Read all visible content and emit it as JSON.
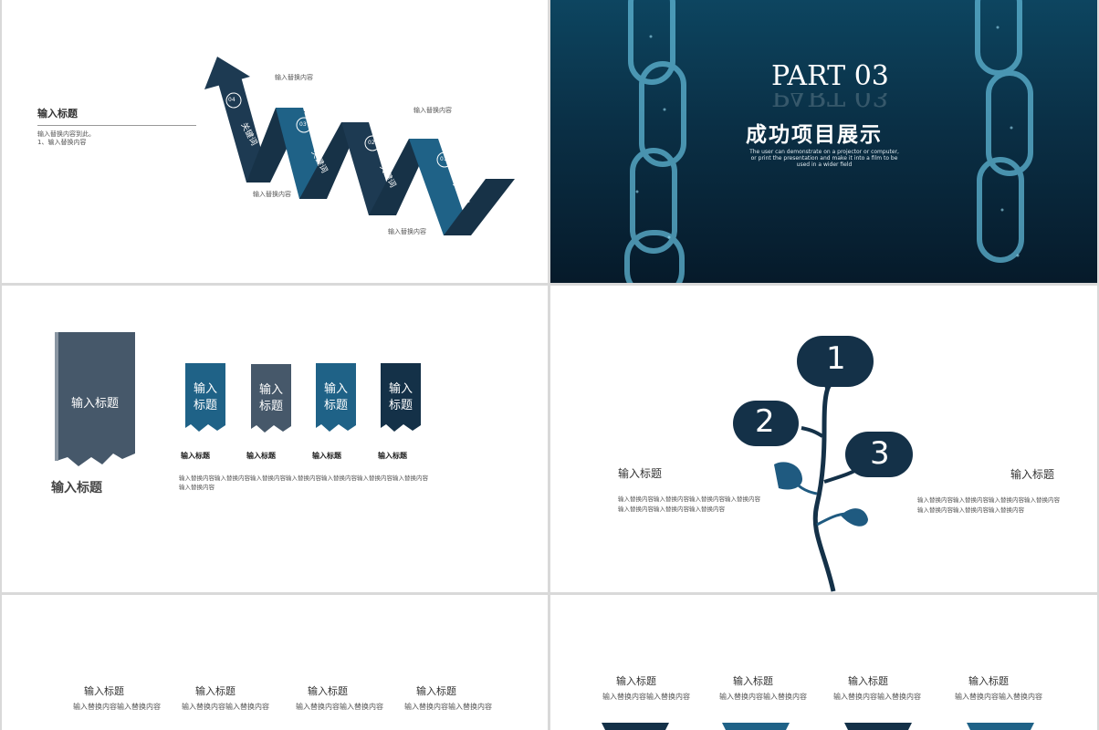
{
  "slide1": {
    "title": "输入标题",
    "desc_line1": "输入替换内容到此。",
    "desc_line2": "1、输入替换内容",
    "arrow_numbers": [
      "04",
      "03",
      "02",
      "01"
    ],
    "keyword": "关键词",
    "labels": [
      "输入替换内容",
      "输入替换内容",
      "输入替换内容",
      "输入替换内容"
    ]
  },
  "slide2": {
    "part": "PART 03",
    "part_reflect": "PART 03",
    "title": "成功项目展示",
    "sub1": "The user can demonstrate on a projector or computer,",
    "sub2": "or print the presentation and make it into a film to be",
    "sub3": "used in a wider field"
  },
  "slide3": {
    "big_tag": "输入标题",
    "big_title": "输入标题",
    "tags": [
      "输入\n标题",
      "输入\n标题",
      "输入\n标题",
      "输入\n标题"
    ],
    "tag_labels": [
      "输入标题",
      "输入标题",
      "输入标题",
      "输入标题"
    ],
    "para": "输入替换内容输入替换内容输入替换内容输入替换内容输入替换内容输入替换内容输入替换内容输入替换内容"
  },
  "slide4": {
    "numbers": [
      "1",
      "2",
      "3"
    ],
    "left_title": "输入标题",
    "left_para": "输入替换内容输入替换内容输入替换内容输入替换内容输入替换内容输入替换内容输入替换内容",
    "right_title": "输入标题",
    "right_para": "输入替换内容输入替换内容输入替换内容输入替换内容输入替换内容输入替换内容输入替换内容"
  },
  "slide5": {
    "items": [
      {
        "title": "输入标题",
        "text": "输入替换内容输入替换内容"
      },
      {
        "title": "输入标题",
        "text": "输入替换内容输入替换内容"
      },
      {
        "title": "输入标题",
        "text": "输入替换内容输入替换内容"
      },
      {
        "title": "输入标题",
        "text": "输入替换内容输入替换内容"
      }
    ]
  },
  "slide6": {
    "items": [
      {
        "title": "输入标题",
        "text": "输入替换内容输入替换内容"
      },
      {
        "title": "输入标题",
        "text": "输入替换内容输入替换内容"
      },
      {
        "title": "输入标题",
        "text": "输入替换内容输入替换内容"
      },
      {
        "title": "输入标题",
        "text": "输入替换内容输入替换内容"
      }
    ]
  },
  "colors": {
    "navy": "#1d3a52",
    "blue": "#1f6287",
    "slate": "#46586a",
    "dark": "#143148"
  }
}
